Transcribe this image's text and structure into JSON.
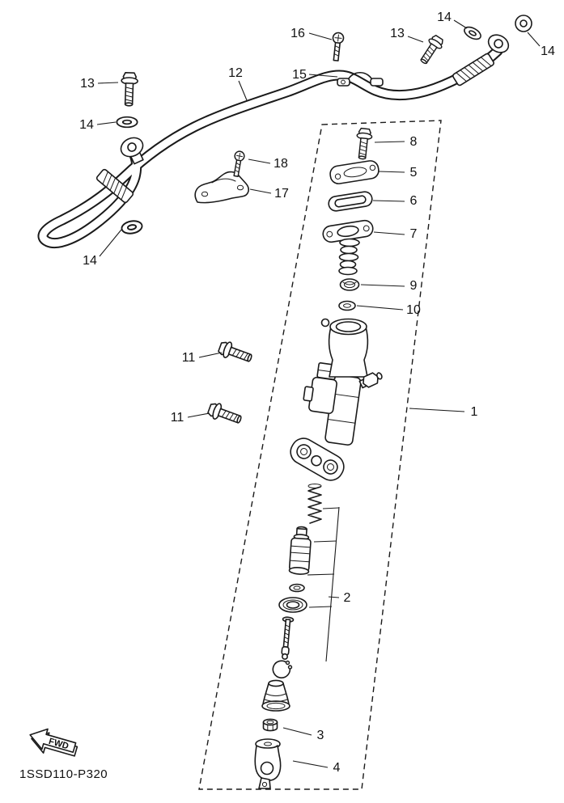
{
  "diagram": {
    "part_code": "1SSD110-P320",
    "fwd_label": "FWD"
  },
  "callouts": [
    {
      "label": "16"
    },
    {
      "label": "14"
    },
    {
      "label": "13"
    },
    {
      "label": "14"
    },
    {
      "label": "12"
    },
    {
      "label": "15"
    },
    {
      "label": "13"
    },
    {
      "label": "14"
    },
    {
      "label": "8"
    },
    {
      "label": "5"
    },
    {
      "label": "18"
    },
    {
      "label": "6"
    },
    {
      "label": "17"
    },
    {
      "label": "7"
    },
    {
      "label": "14"
    },
    {
      "label": "9"
    },
    {
      "label": "10"
    },
    {
      "label": "11"
    },
    {
      "label": "1"
    },
    {
      "label": "11"
    },
    {
      "label": "2"
    },
    {
      "label": "3"
    },
    {
      "label": "4"
    }
  ]
}
